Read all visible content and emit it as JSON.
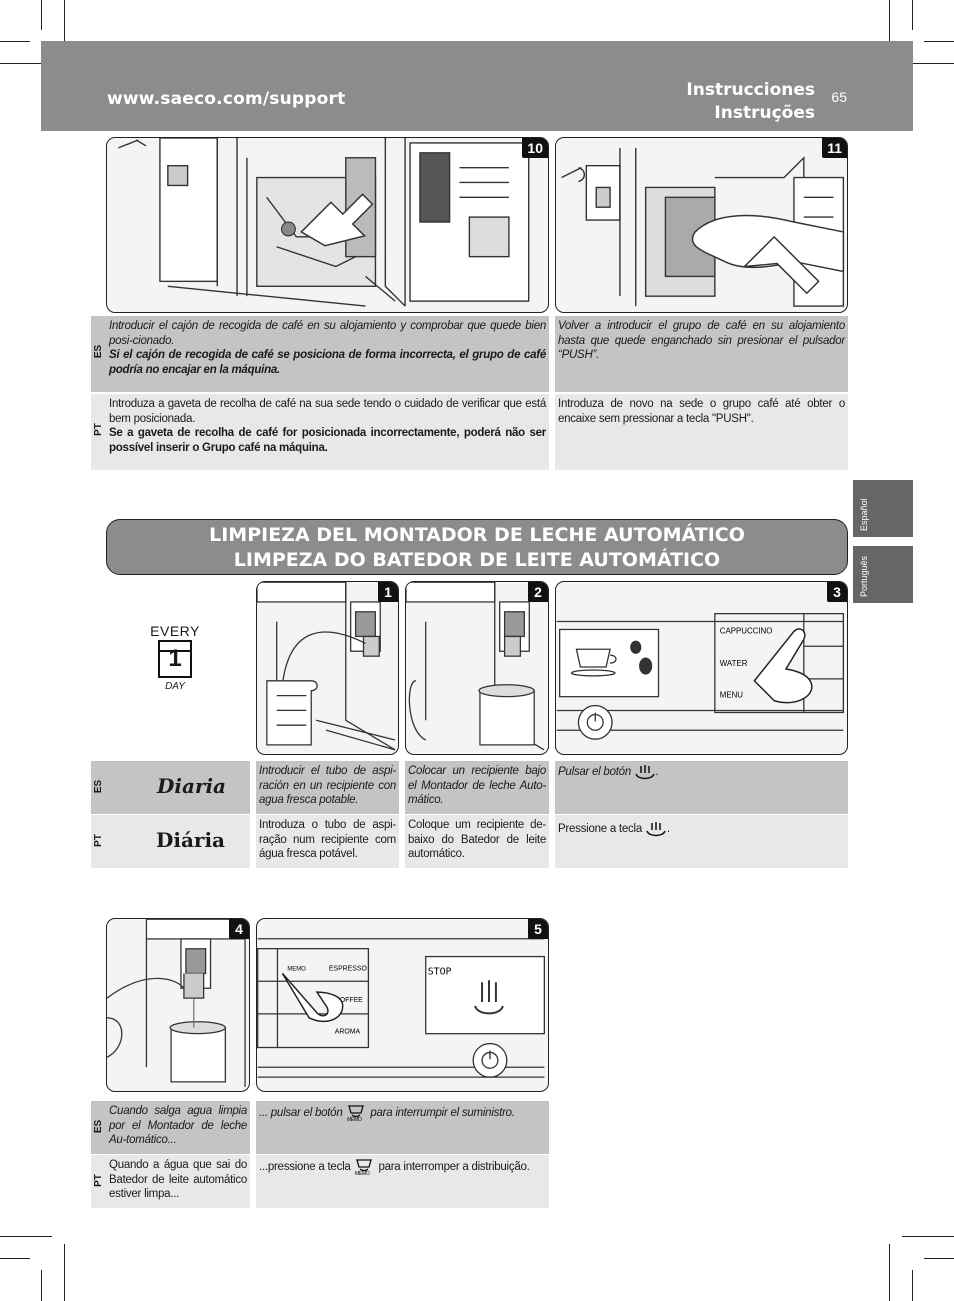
{
  "header": {
    "url": "www.saeco.com/support",
    "title_es": "Instrucciones",
    "title_pt": "Instruções",
    "page_number": "65"
  },
  "side_tabs": [
    "Español",
    "Português"
  ],
  "lang_codes": {
    "es": "ES",
    "pt": "PT"
  },
  "top_steps": [
    {
      "number": "10",
      "es_normal": "Introducir el cajón de recogida de café en su alojamiento y comprobar que quede bien posi-cionado.",
      "es_bold": "Si el cajón de recogida de café se posiciona de forma incorrecta, el grupo de café podría no encajar en la máquina.",
      "pt_normal": "Introduza a gaveta de recolha de café na sua sede tendo o cuidado de verificar que está bem posicionada.",
      "pt_bold": "Se a gaveta de recolha de café for posicionada incorrectamente, poderá não ser possível inserir o Grupo café na máquina."
    },
    {
      "number": "11",
      "es_normal": "Volver a introducir el grupo de café en su alojamiento hasta que quede enganchado sin presionar el pulsador “PUSH”.",
      "pt_normal": "Introduza de novo na sede o grupo café até obter o encaixe sem pressionar a tecla \"PUSH\"."
    }
  ],
  "section": {
    "title_es": "LIMPIEZA DEL MONTADOR DE LECHE AUTOMÁTICO",
    "title_pt": "LIMPEZA DO BATEDOR DE LEITE AUTOMÁTICO"
  },
  "calendar": {
    "every": "EVERY",
    "number": "1",
    "day": "DAY"
  },
  "frequency": {
    "es": "Diaria",
    "pt": "Diária"
  },
  "panel3_labels": {
    "cappuccino": "CAPPUCCINO",
    "water": "WATER",
    "menu": "MENU"
  },
  "panel5_labels": {
    "memo": "MEMO",
    "espresso": "ESPRESSO",
    "coffee": "COFFEE",
    "aroma": "AROMA",
    "stop": "STOP"
  },
  "steps": [
    {
      "number": "1",
      "es": "Introducir el tubo de aspi-ración en un recipiente con agua fresca potable.",
      "pt": "Introduza o tubo de aspi-ração num recipiente com água fresca potável."
    },
    {
      "number": "2",
      "es": "Colocar un recipiente bajo el Montador de leche Auto-mático.",
      "pt": "Coloque um recipiente de-baixo do Batedor de leite automático."
    },
    {
      "number": "3",
      "es_before": "Pulsar el botón",
      "es_after": ".",
      "pt_before": "Pressione a tecla",
      "pt_after": "."
    },
    {
      "number": "4",
      "es": "Cuando salga agua limpia por el Montador de leche Au-tomático...",
      "pt": "Quando a água que sai do Batedor de leite automático estiver limpa..."
    },
    {
      "number": "5",
      "es_before": "... pulsar el botón",
      "es_after": "para interrumpir el suministro.",
      "pt_before": "...pressione a tecla",
      "pt_after": "para interromper a distribuição."
    }
  ]
}
